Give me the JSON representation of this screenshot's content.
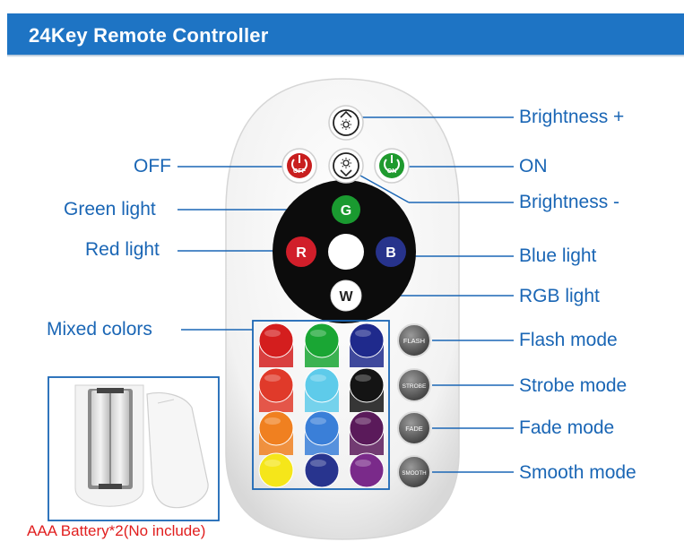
{
  "header": {
    "title": "24Key Remote Controller"
  },
  "labels": {
    "brightness_up": "Brightness +",
    "off": "OFF",
    "on": "ON",
    "brightness_down": "Brightness -",
    "green_light": "Green light",
    "red_light": "Red light",
    "blue_light": "Blue light",
    "rgb_light": "RGB light",
    "mixed_colors": "Mixed colors",
    "flash_mode": "Flash mode",
    "strobe_mode": "Strobe mode",
    "fade_mode": "Fade mode",
    "smooth_mode": "Smooth mode"
  },
  "buttons": {
    "off": "OFF",
    "on": "ON",
    "g": "G",
    "r": "R",
    "b": "B",
    "w": "W",
    "flash": "FLASH",
    "strobe": "STROBE",
    "fade": "FADE",
    "smooth": "SMOOTH"
  },
  "battery": {
    "caption": "AAA Battery*2(No include)"
  },
  "colors": {
    "header": "#1e74c4",
    "label": "#1a66b5",
    "caption": "#e11e1e",
    "color_keys": [
      [
        "#d41e1e",
        "#1aa634",
        "#1f2a8c"
      ],
      [
        "#e03a2a",
        "#5ecbea",
        "#141414"
      ],
      [
        "#f08020",
        "#3a7fd8",
        "#5a1a5a"
      ],
      [
        "#f5e61a",
        "#28348e",
        "#7a2a8a"
      ]
    ]
  }
}
